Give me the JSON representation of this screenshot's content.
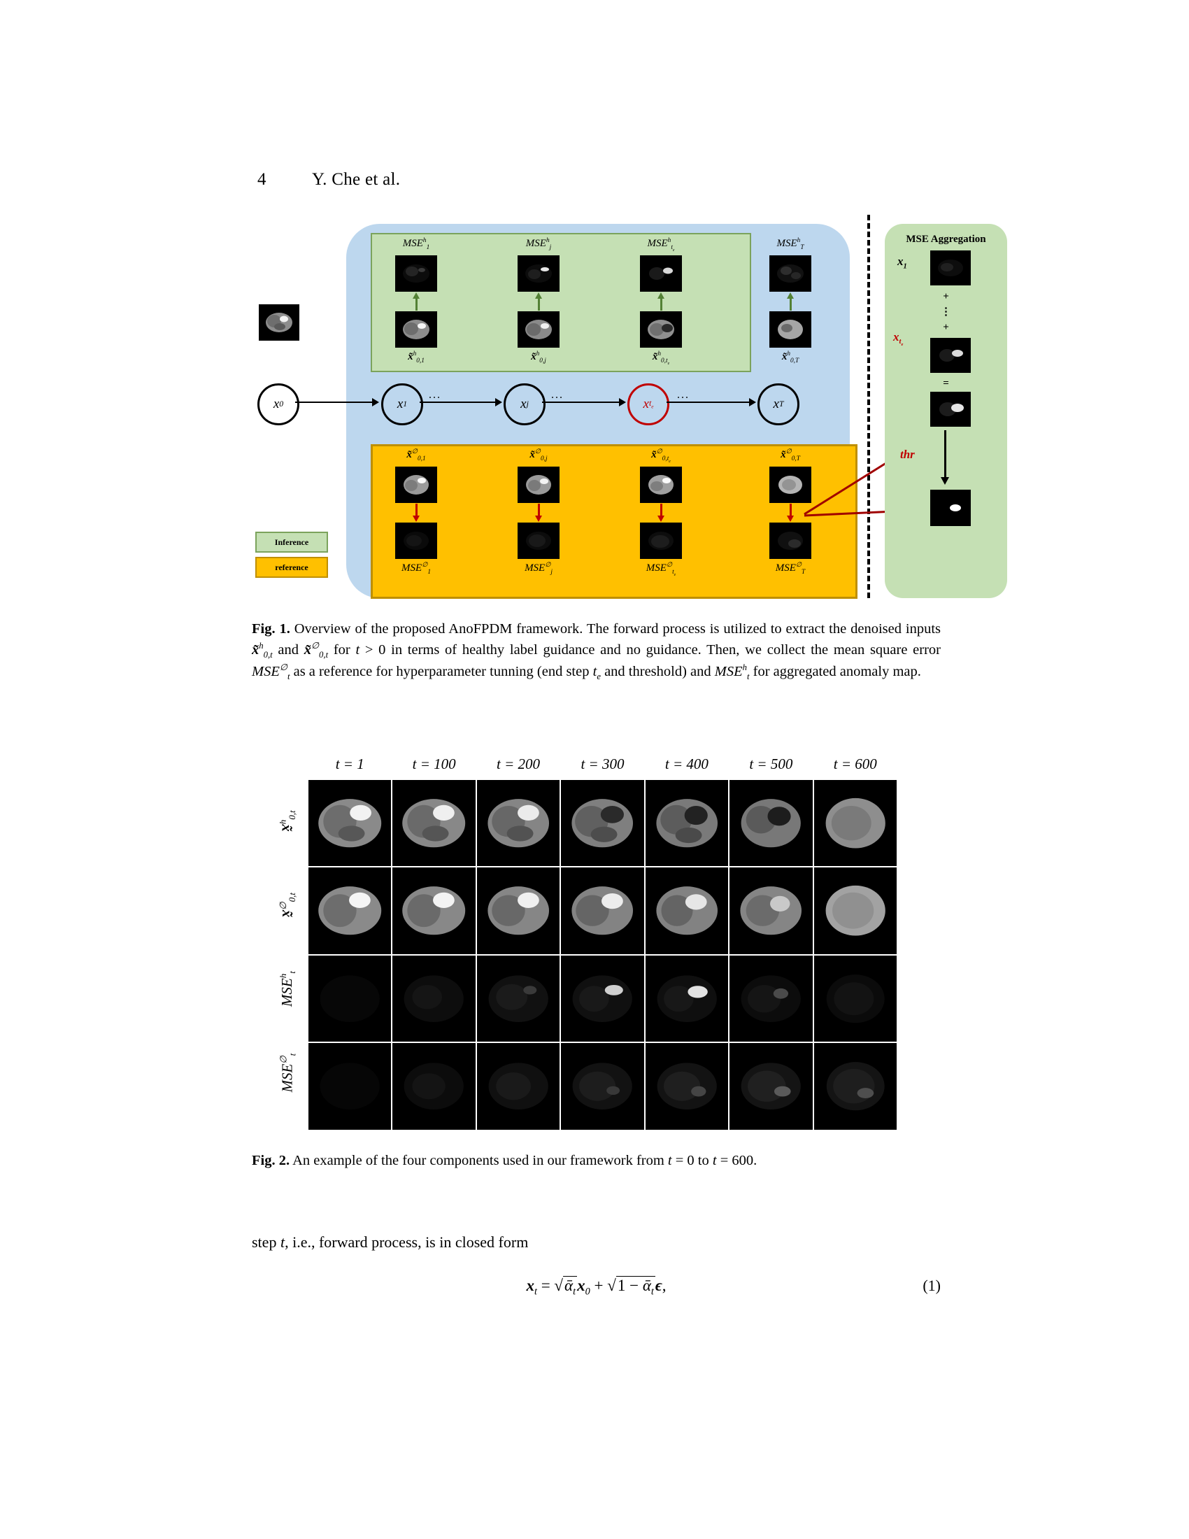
{
  "page": {
    "number": "4",
    "running_head": "Y. Che et al."
  },
  "figure1": {
    "inference_legend": "Inference",
    "reference_legend": "reference",
    "aggregation_title": "MSE Aggregation",
    "x0_label": "x₀",
    "chain": [
      {
        "label": "x",
        "sub": "0",
        "red": false
      },
      {
        "label": "x",
        "sub": "1",
        "red": false
      },
      {
        "label": "x",
        "sub": "j",
        "red": false
      },
      {
        "label": "x",
        "sub": "tₑ",
        "red": true
      },
      {
        "label": "x",
        "sub": "T",
        "red": false
      }
    ],
    "chain_ellipsis": "...",
    "inference_columns": [
      {
        "mse_label": "MSE",
        "mse_sup": "h",
        "mse_sub": "1",
        "x_label": "x",
        "x_sup": "h",
        "x_sub": "0,1"
      },
      {
        "mse_label": "MSE",
        "mse_sup": "h",
        "mse_sub": "j",
        "x_label": "x",
        "x_sup": "h",
        "x_sub": "0,j"
      },
      {
        "mse_label": "MSE",
        "mse_sup": "h",
        "mse_sub": "tₑ",
        "x_label": "x",
        "x_sup": "h",
        "x_sub": "0,tₑ"
      },
      {
        "mse_label": "MSE",
        "mse_sup": "h",
        "mse_sub": "T",
        "x_label": "x",
        "x_sup": "h",
        "x_sub": "0,T"
      }
    ],
    "reference_columns": [
      {
        "x_label": "x",
        "x_sup": "∅",
        "x_sub": "0,1",
        "mse_label": "MSE",
        "mse_sup": "∅",
        "mse_sub": "1"
      },
      {
        "x_label": "x",
        "x_sup": "∅",
        "x_sub": "0,j",
        "mse_label": "MSE",
        "mse_sup": "∅",
        "mse_sub": "j"
      },
      {
        "x_label": "x",
        "x_sup": "∅",
        "x_sub": "0,tₑ",
        "mse_label": "MSE",
        "mse_sup": "∅",
        "mse_sub": "tₑ"
      },
      {
        "x_label": "x",
        "x_sup": "∅",
        "x_sub": "0,T",
        "mse_label": "MSE",
        "mse_sup": "∅",
        "mse_sub": "T"
      }
    ],
    "aggregation": {
      "first_label": "x₁",
      "plus_1": "+",
      "vdots": "⋮",
      "plus_2": "+",
      "te_label": "x_tₑ",
      "equals": "=",
      "thr_label": "thr"
    },
    "caption_prefix": "Fig. 1.",
    "caption": "Overview of the proposed AnoFPDM framework. The forward process is utilized to extract the denoised inputs x̃ᵸ₀,ₜ and x̃ᶿ₀,ₜ for t > 0 in terms of healthy label guidance and no guidance. Then, we collect the mean square error MSEᶿₜ as a reference for hyperparameter tunning (end step tₑ and threshold) and MSE�units for aggregated anomaly map."
  },
  "figure2": {
    "column_headers": [
      "t = 1",
      "t = 100",
      "t = 200",
      "t = 300",
      "t = 400",
      "t = 500",
      "t = 600"
    ],
    "row_labels": [
      "x̃ʰ₀,ₜ",
      "x̃∅₀,ₜ",
      "MSEʰₜ",
      "MSE∅ₜ"
    ],
    "caption_prefix": "Fig. 2.",
    "caption": "An example of the four components used in our framework from t = 0 to t = 600."
  },
  "body": {
    "paragraph": "step t, i.e., forward process, is in closed form",
    "equation_number": "(1)"
  },
  "colors": {
    "blue_panel": "#bdd7ee",
    "green_panel": "#c5e0b4",
    "orange_panel": "#ffc000",
    "accent_red": "#c00000",
    "green_arrow": "#538135"
  }
}
